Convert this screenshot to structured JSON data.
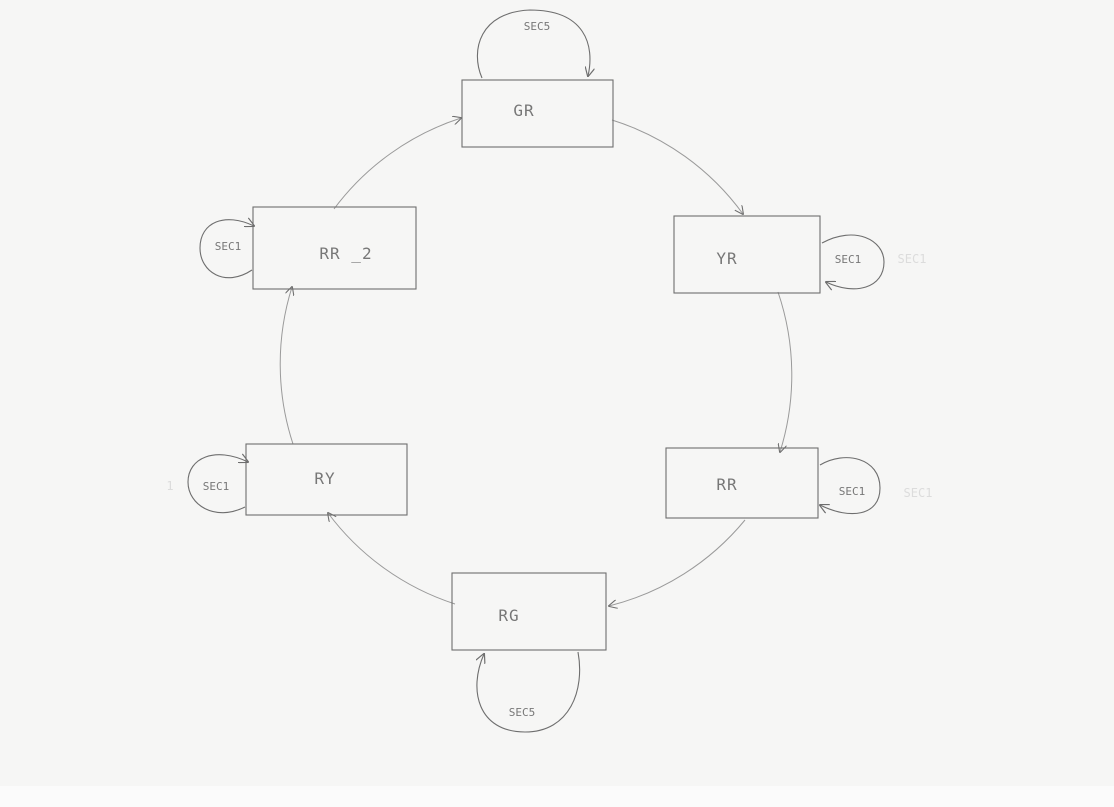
{
  "diagram": {
    "states": [
      {
        "id": "gr",
        "label": "GR"
      },
      {
        "id": "yr",
        "label": "YR"
      },
      {
        "id": "rr",
        "label": "RR"
      },
      {
        "id": "rg",
        "label": "RG"
      },
      {
        "id": "ry",
        "label": "RY"
      },
      {
        "id": "rr2",
        "label": "RR _2"
      }
    ],
    "self_loops": [
      {
        "state": "gr",
        "label": "SEC5"
      },
      {
        "state": "yr",
        "label": "SEC1"
      },
      {
        "state": "rr",
        "label": "SEC1"
      },
      {
        "state": "rg",
        "label": "SEC5"
      },
      {
        "state": "ry",
        "label": "SEC1"
      },
      {
        "state": "rr2",
        "label": "SEC1"
      }
    ],
    "transitions": [
      {
        "from": "gr",
        "to": "yr"
      },
      {
        "from": "yr",
        "to": "rr"
      },
      {
        "from": "rr",
        "to": "rg"
      },
      {
        "from": "rg",
        "to": "ry"
      },
      {
        "from": "ry",
        "to": "rr2"
      },
      {
        "from": "rr2",
        "to": "gr"
      }
    ],
    "erased_marks": [
      "SEC1",
      "SEC1",
      "1"
    ]
  }
}
